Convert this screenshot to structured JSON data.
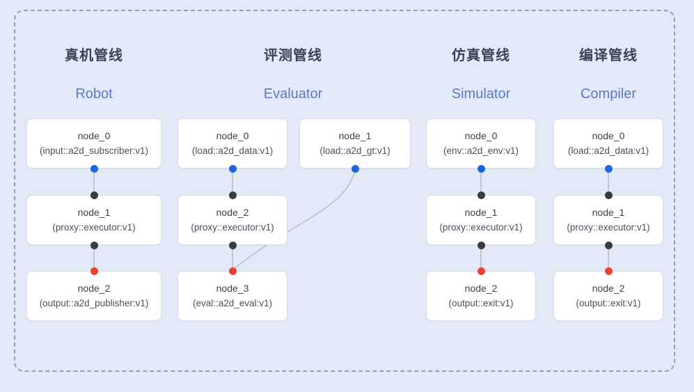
{
  "colors": {
    "background": "#e4e9f7",
    "card_bg": "#ffffff",
    "card_border": "#d9dde6",
    "dashed_border": "#969ca9",
    "edge": "#b4bac6",
    "port_input": "#1b66e0",
    "port_neutral": "#3b3b3d",
    "port_output": "#e74330",
    "title_zh": "#3b4250",
    "title_en": "#5b79c8",
    "node_name": "#3b4148",
    "node_type": "#4a505a"
  },
  "pipelines": [
    {
      "title_zh": "真机管线",
      "title_en": "Robot",
      "nodes": [
        {
          "name": "node_0",
          "type": "(input::a2d_subscriber:v1)"
        },
        {
          "name": "node_1",
          "type": "(proxy::executor:v1)"
        },
        {
          "name": "node_2",
          "type": "(output::a2d_publisher:v1)"
        }
      ]
    },
    {
      "title_zh": "评测管线",
      "title_en": "Evaluator",
      "nodes": [
        {
          "name": "node_0",
          "type": "(load::a2d_data:v1)"
        },
        {
          "name": "node_1",
          "type": "(load::a2d_gt:v1)"
        },
        {
          "name": "node_2",
          "type": "(proxy::executor:v1)"
        },
        {
          "name": "node_3",
          "type": "(eval::a2d_eval:v1)"
        }
      ]
    },
    {
      "title_zh": "仿真管线",
      "title_en": "Simulator",
      "nodes": [
        {
          "name": "node_0",
          "type": "(env::a2d_env:v1)"
        },
        {
          "name": "node_1",
          "type": "(proxy::executor:v1)"
        },
        {
          "name": "node_2",
          "type": "(output::exit:v1)"
        }
      ]
    },
    {
      "title_zh": "编译管线",
      "title_en": "Compiler",
      "nodes": [
        {
          "name": "node_0",
          "type": "(load::a2d_data:v1)"
        },
        {
          "name": "node_1",
          "type": "(proxy::executor:v1)"
        },
        {
          "name": "node_2",
          "type": "(output::exit:v1)"
        }
      ]
    }
  ]
}
